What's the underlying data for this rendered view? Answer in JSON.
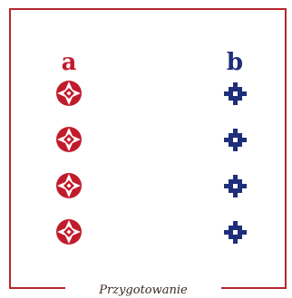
{
  "columns": [
    {
      "label": "a",
      "color": "#c11c2c",
      "icon": "red-white-circular-medallion-icon",
      "count": 4
    },
    {
      "label": "b",
      "color": "#1f2e7a",
      "icon": "blue-pixel-cross-icon",
      "count": 4
    }
  ],
  "footer": {
    "label": "Przygotowanie"
  },
  "frame_color": "#b7262f"
}
